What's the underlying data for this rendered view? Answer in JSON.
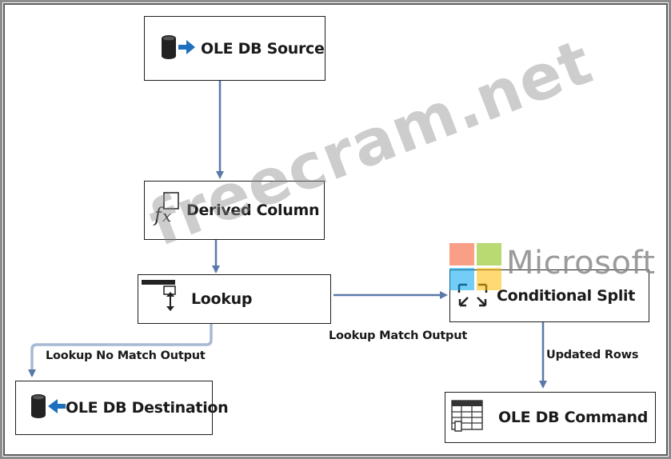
{
  "nodes": {
    "ole_db_source": "OLE DB Source",
    "derived_column": "Derived Column",
    "lookup": "Lookup",
    "conditional_split": "Conditional Split",
    "ole_db_destination": "OLE DB Destination",
    "ole_db_command": "OLE DB Command"
  },
  "edges": {
    "lookup_no_match": "Lookup No Match Output",
    "lookup_match": "Lookup Match Output",
    "updated_rows": "Updated Rows"
  },
  "watermark": {
    "site": "freecram.net",
    "brand": "Microsoft"
  },
  "colors": {
    "arrow": "#5b79a8",
    "arrow_light": "#a7b9d4",
    "ms_red": "#f25022",
    "ms_green": "#7fba00",
    "ms_blue": "#00a4ef",
    "ms_yellow": "#ffb900"
  }
}
